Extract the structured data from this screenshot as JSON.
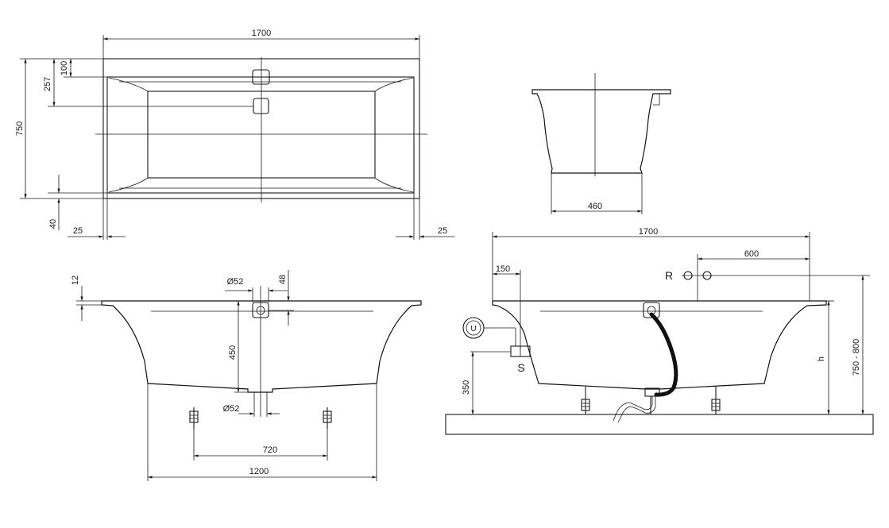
{
  "top_view": {
    "dim_length": "1700",
    "dim_width": "750",
    "dim_100": "100",
    "dim_257": "257",
    "dim_40": "40",
    "dim_25_left": "25",
    "dim_25_right": "25"
  },
  "end_view": {
    "dim_460": "460"
  },
  "front_view": {
    "dim_12": "12",
    "dim_d52_top": "Ø52",
    "dim_48": "48",
    "dim_450": "450",
    "dim_d52_bottom": "Ø52",
    "dim_720": "720",
    "dim_1200": "1200"
  },
  "install_view": {
    "dim_length": "1700",
    "dim_600": "600",
    "dim_150": "150",
    "label_r": "R",
    "label_u": "U",
    "label_s": "S",
    "dim_350": "350",
    "label_h": "h",
    "dim_750_800": "750 - 800"
  },
  "colors": {
    "line": "#1a1a1a",
    "background": "#ffffff"
  }
}
